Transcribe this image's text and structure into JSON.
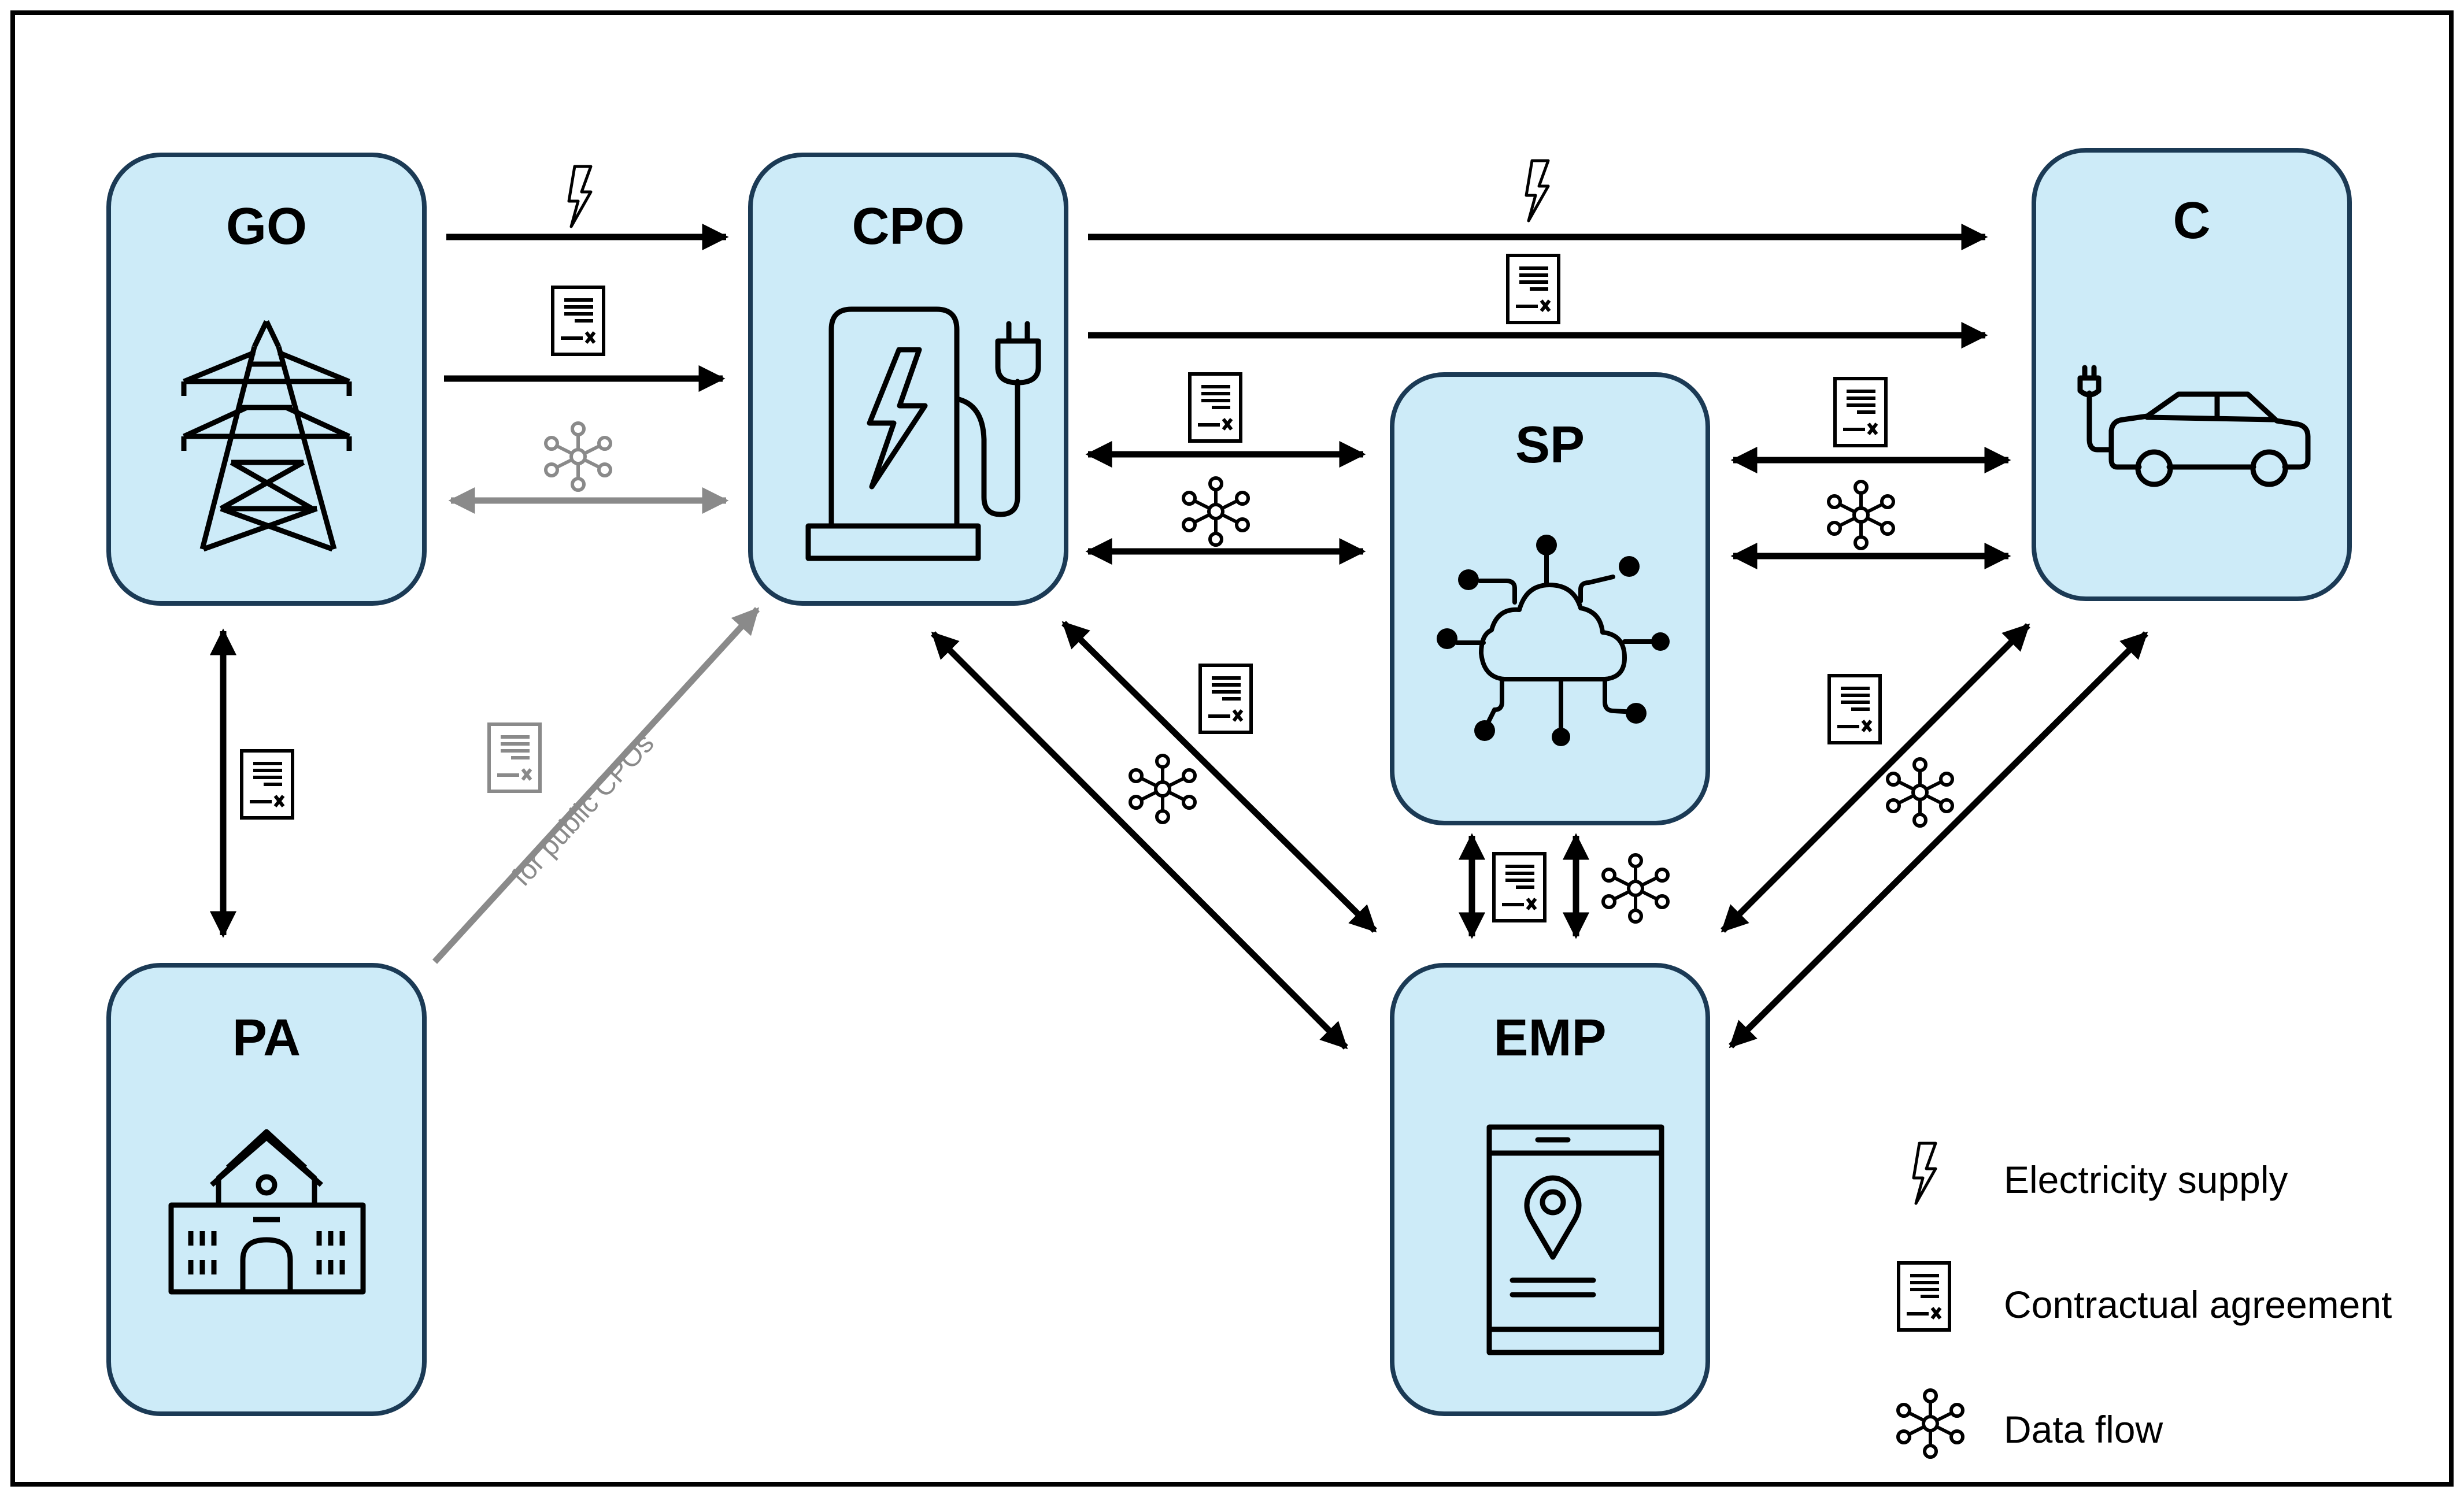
{
  "nodes": {
    "go": {
      "title": "GO"
    },
    "cpo": {
      "title": "CPO"
    },
    "c": {
      "title": "C"
    },
    "sp": {
      "title": "SP"
    },
    "pa": {
      "title": "PA"
    },
    "emp": {
      "title": "EMP"
    }
  },
  "edge_labels": {
    "pa_cpo": "for public CPOs"
  },
  "legend": {
    "electricity": {
      "label": "Electricity supply",
      "icon": "lightning-icon"
    },
    "contract": {
      "label": "Contractual agreement",
      "icon": "contract-icon"
    },
    "data": {
      "label": "Data flow",
      "icon": "data-flow-icon"
    }
  },
  "colors": {
    "node_fill": "#cdebf8",
    "node_stroke": "#1b3a55",
    "arrow_black": "#000000",
    "arrow_gray": "#8a8a8a"
  }
}
